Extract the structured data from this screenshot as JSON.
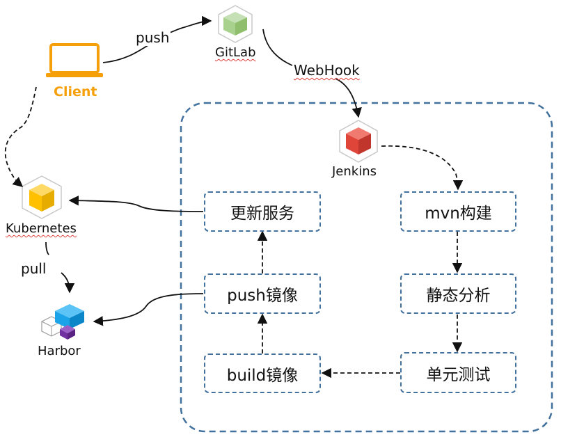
{
  "nodes": {
    "client": {
      "label": "Client"
    },
    "gitlab": {
      "label": "GitLab"
    },
    "jenkins": {
      "label": "Jenkins"
    },
    "kubernetes": {
      "label": "Kubernetes"
    },
    "harbor": {
      "label": "Harbor"
    }
  },
  "edges": {
    "push": "push",
    "webhook": "WebHook",
    "pull": "pull"
  },
  "steps": {
    "update_service": "更新服务",
    "push_image": "push镜像",
    "build_image": "build镜像",
    "mvn_build": "mvn构建",
    "static_analysis": "静态分析",
    "unit_test": "单元测试"
  },
  "colors": {
    "client": "#f5a00b",
    "gitlab": "#a9d18e",
    "jenkins": "#e0453a",
    "kubernetes": "#ffc000",
    "harbor_top": "#1aa3e8",
    "harbor_small": "#7030a0",
    "frame": "#41719c"
  }
}
